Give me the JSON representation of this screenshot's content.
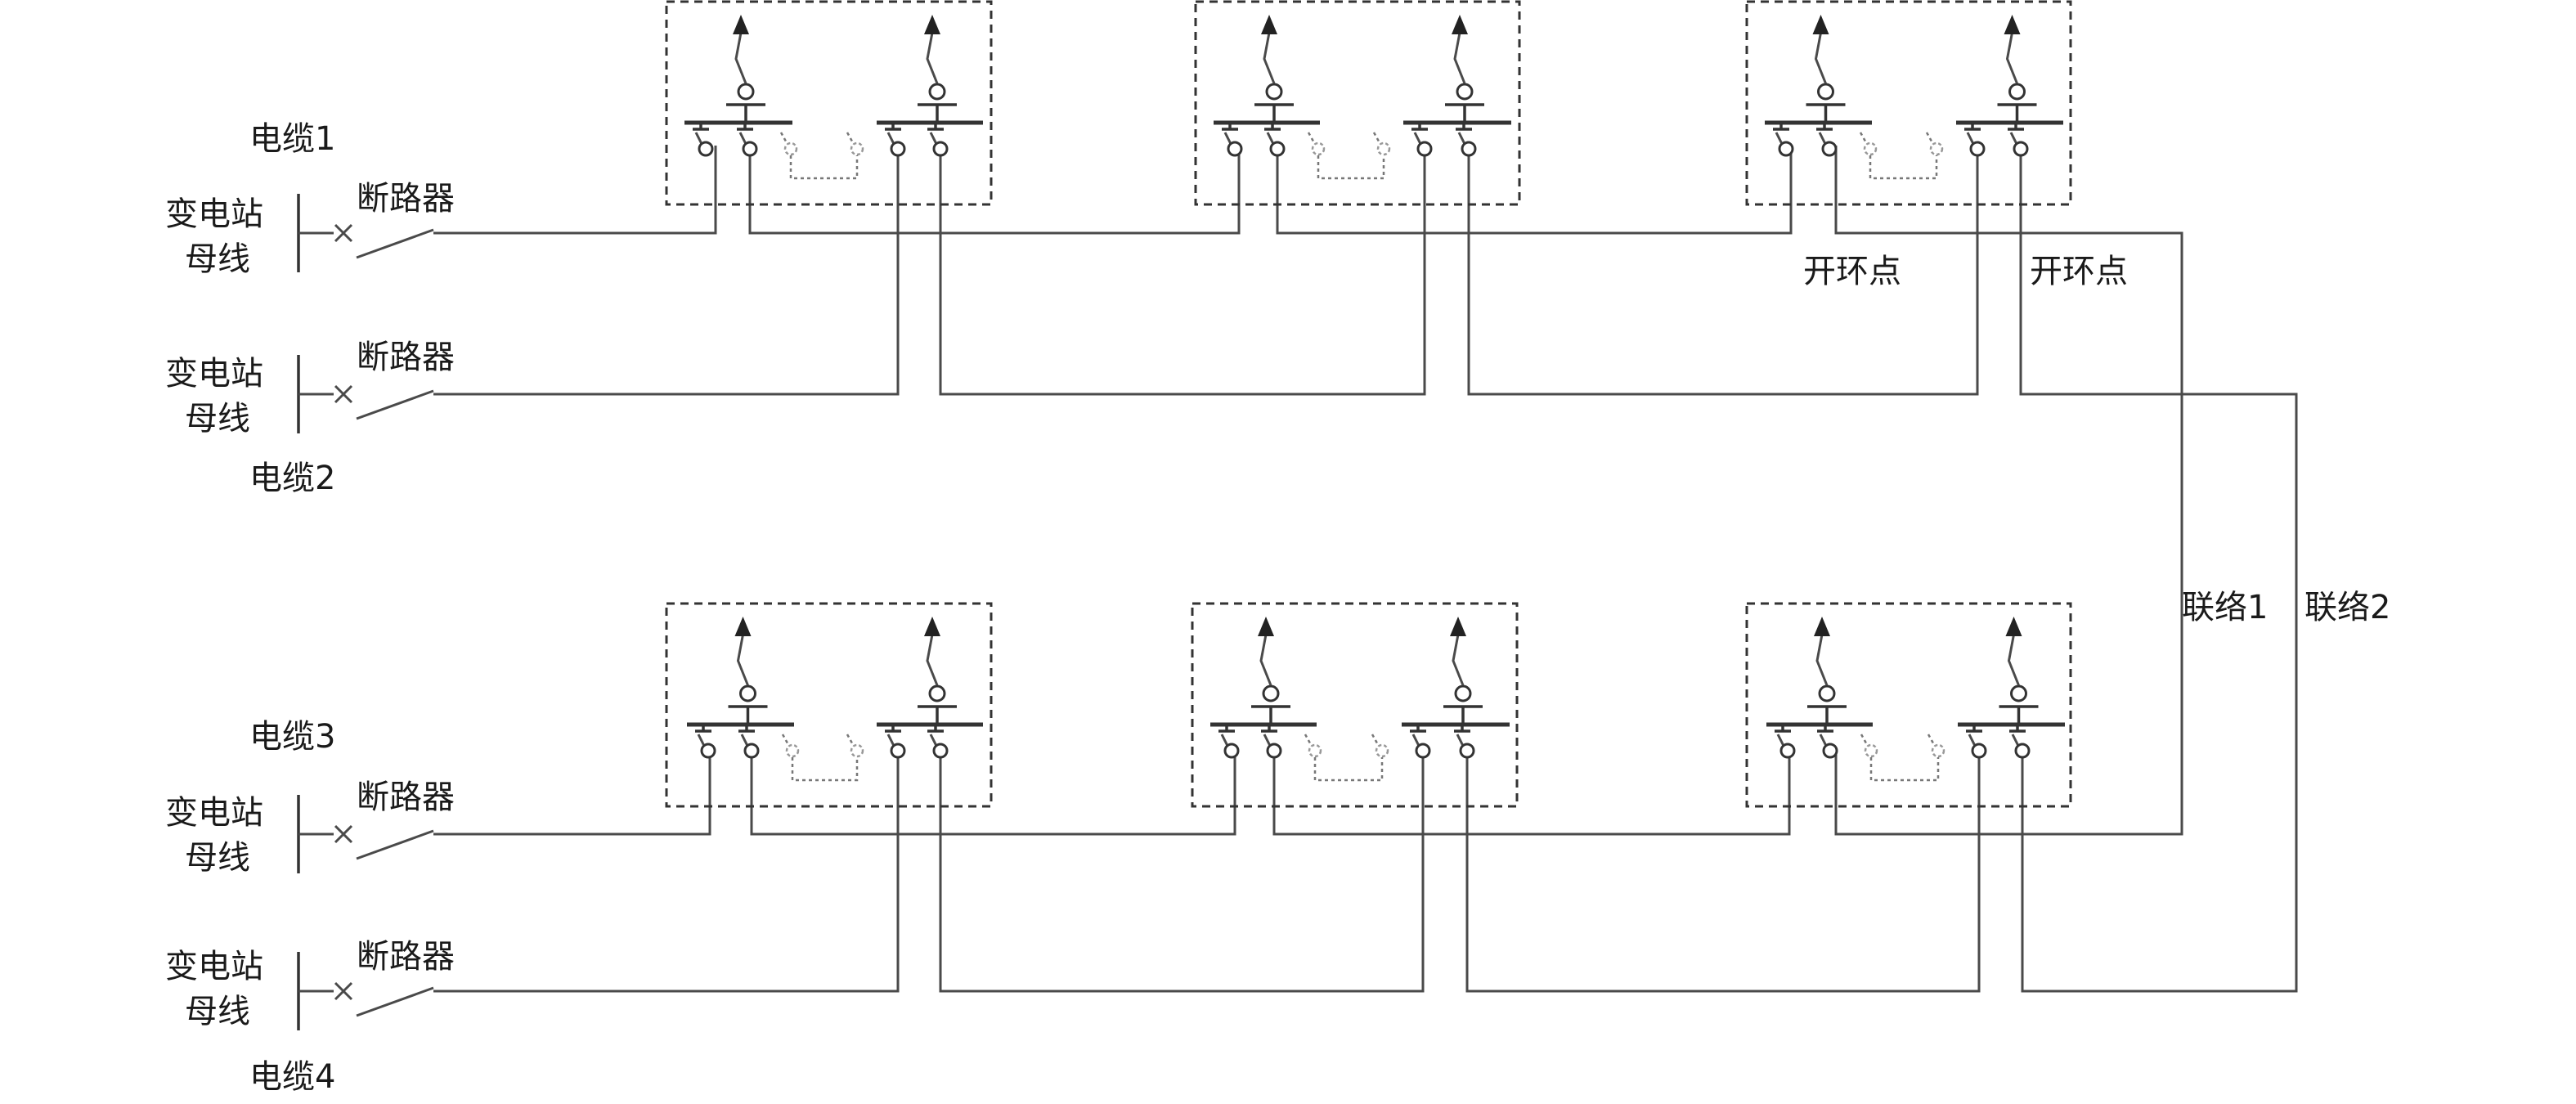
{
  "labels": {
    "cable1": "电缆1",
    "cable2": "电缆2",
    "cable3": "电缆3",
    "cable4": "电缆4",
    "substation": [
      "变电站",
      "母线"
    ],
    "breaker": "断路器",
    "open_point_1": "开环点",
    "open_point_2": "开环点",
    "tie1": "联络1",
    "tie2": "联络2"
  },
  "colors": {
    "line": "#4a4a4a",
    "dashed_box": "#333333",
    "text": "#1a1a1a"
  }
}
